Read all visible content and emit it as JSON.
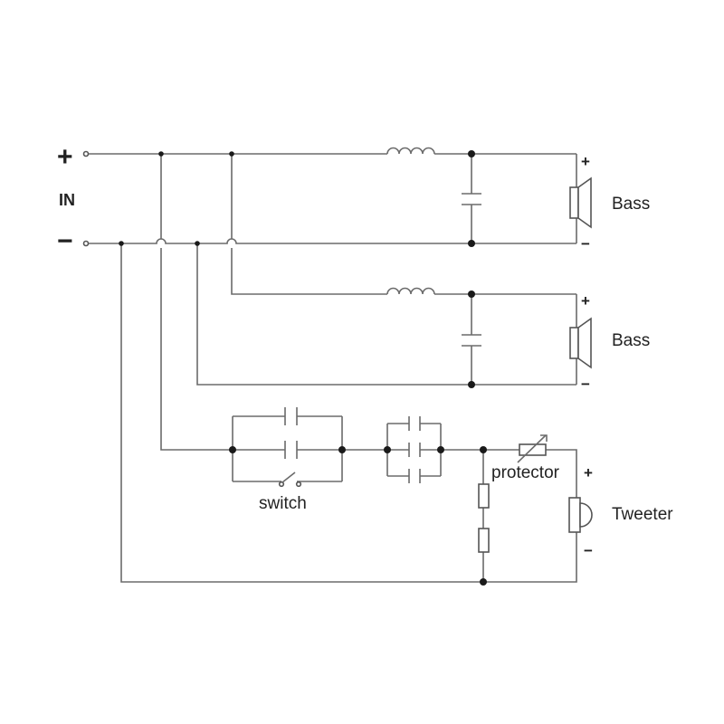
{
  "diagram": {
    "input": {
      "plus": "+",
      "minus": "−",
      "label": "IN"
    },
    "speakers": [
      {
        "label": "Bass",
        "plus": "+",
        "minus": "−"
      },
      {
        "label": "Bass",
        "plus": "+",
        "minus": "−"
      },
      {
        "label": "Tweeter",
        "plus": "+",
        "minus": "−"
      }
    ],
    "labels": {
      "switch": "switch",
      "protector": "protector"
    },
    "colors": {
      "wire": "#6b6b6b",
      "component": "#555555",
      "junction": "#1a1a1a",
      "text": "#222222"
    }
  }
}
